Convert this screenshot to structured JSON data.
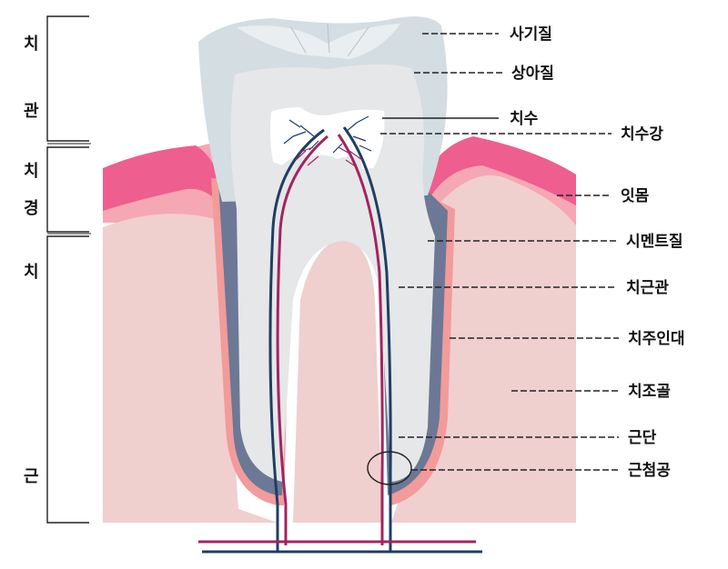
{
  "side_labels": {
    "crown": [
      "치",
      "관"
    ],
    "neck": [
      "치",
      "경"
    ],
    "root": [
      "치",
      "근"
    ]
  },
  "labels": {
    "enamel": "사기질",
    "dentin": "상아질",
    "pulp": "치수",
    "pulp_cavity": "치수강",
    "gum": "잇몸",
    "cementum": "시멘트질",
    "root_canal": "치근관",
    "periodontal_ligament": "치주인대",
    "alveolar_bone": "치조골",
    "root_apex": "근단",
    "apical_foramen": "근첨공"
  },
  "colors": {
    "enamel": "#d4dde1",
    "dentin": "#e6e7e8",
    "pulp": "#ffffff",
    "bone": "#f0cfcf",
    "periodontal": "#f29b9b",
    "cementum": "#6c7896",
    "gum": "#ee5e8e",
    "nerve": "#a3245f",
    "vessel": "#1f3e62"
  }
}
